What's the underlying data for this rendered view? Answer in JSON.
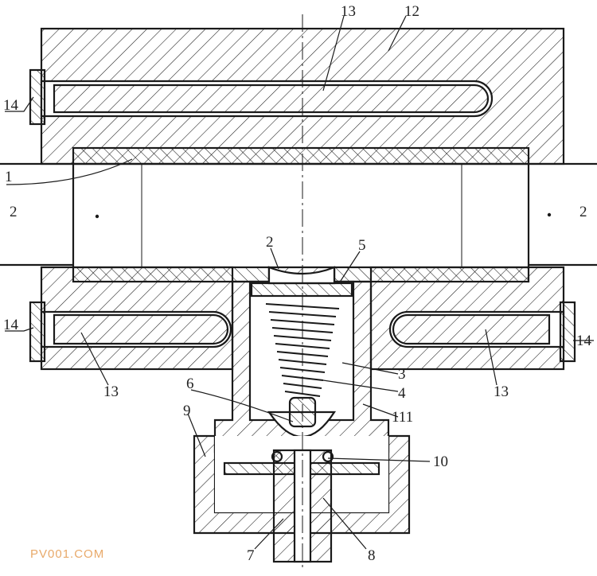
{
  "diagram": {
    "labels": [
      {
        "id": "l13-top",
        "text": "13"
      },
      {
        "id": "l12",
        "text": "12"
      },
      {
        "id": "l14-tl",
        "text": "14"
      },
      {
        "id": "l1",
        "text": "1"
      },
      {
        "id": "l2-left",
        "text": "2"
      },
      {
        "id": "l2-right",
        "text": "2"
      },
      {
        "id": "l2-mid",
        "text": "2"
      },
      {
        "id": "l5",
        "text": "5"
      },
      {
        "id": "l14-bl",
        "text": "14"
      },
      {
        "id": "l14-br",
        "text": "14"
      },
      {
        "id": "l13-bl",
        "text": "13"
      },
      {
        "id": "l13-br",
        "text": "13"
      },
      {
        "id": "l3",
        "text": "3"
      },
      {
        "id": "l4",
        "text": "4"
      },
      {
        "id": "l6",
        "text": "6"
      },
      {
        "id": "l111",
        "text": "111"
      },
      {
        "id": "l9",
        "text": "9"
      },
      {
        "id": "l10",
        "text": "10"
      },
      {
        "id": "l7",
        "text": "7"
      },
      {
        "id": "l8",
        "text": "8"
      }
    ]
  },
  "watermark": "PV001.COM",
  "colors": {
    "line": "#1a1a1a",
    "watermark": "#e8a96a"
  }
}
